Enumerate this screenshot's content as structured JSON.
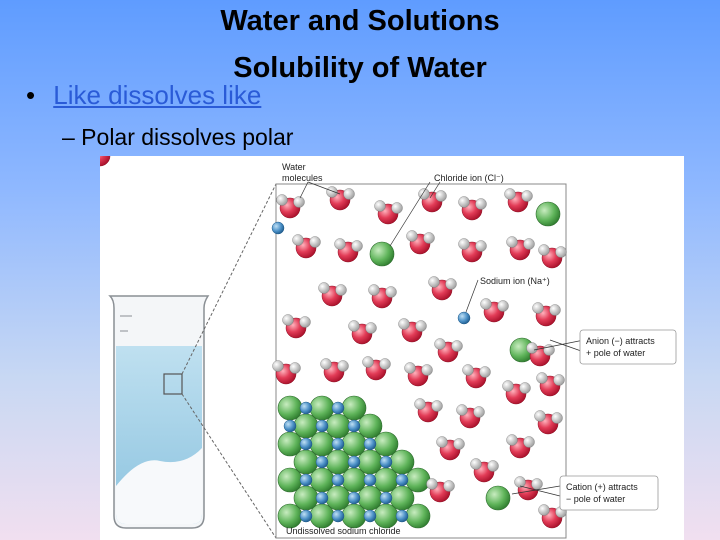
{
  "slide": {
    "title_line1": "Water and Solutions",
    "title_line2": "Solubility of Water",
    "bullet": "Like dissolves like",
    "sub_bullet": "– Polar dissolves polar"
  },
  "figure": {
    "label_water": "Water",
    "label_molecules": "molecules",
    "label_chloride": "Chloride ion (Cl⁻)",
    "label_sodium": "Sodium ion (Na⁺)",
    "label_anion1": "Anion (−) attracts",
    "label_anion2": "+ pole of water",
    "label_cation1": "Cation (+) attracts",
    "label_cation2": "− pole of water",
    "label_undissolved": "Undissolved sodium chloride"
  }
}
